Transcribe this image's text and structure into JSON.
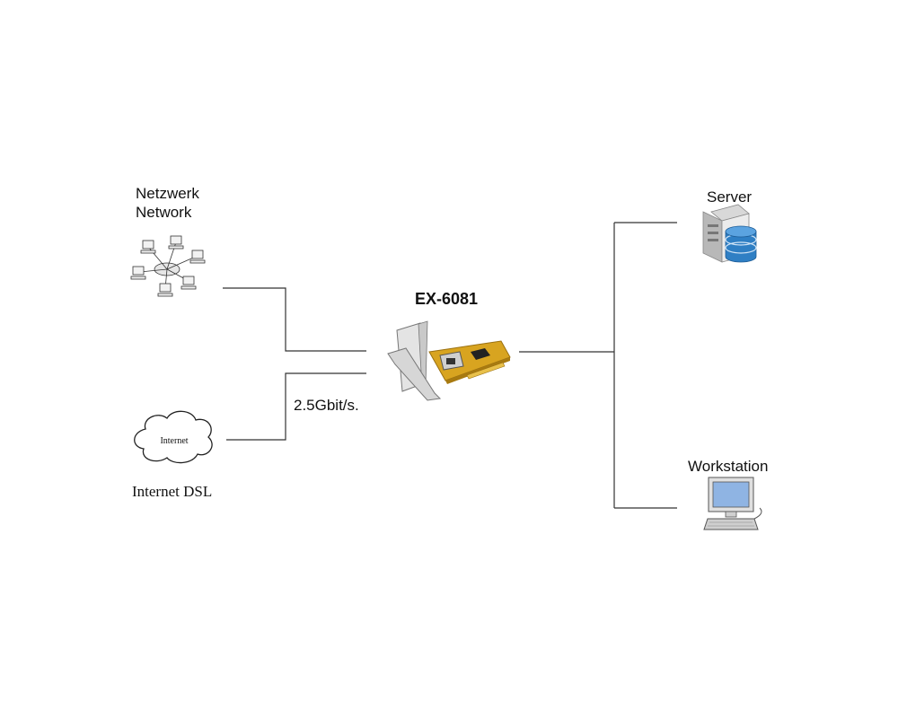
{
  "nodes": {
    "network": {
      "label_de": "Netzwerk",
      "label_en": "Network",
      "icon": "network-topology-icon"
    },
    "internet": {
      "cloud_text": "Internet",
      "label": "Internet DSL",
      "icon": "cloud-icon"
    },
    "card": {
      "label": "EX-6081",
      "icon": "pcie-network-card-icon"
    },
    "server": {
      "label": "Server",
      "icon": "server-database-icon"
    },
    "workstation": {
      "label": "Workstation",
      "icon": "workstation-computer-icon"
    }
  },
  "links": {
    "speed_label": "2.5Gbit/s."
  },
  "colors": {
    "line": "#333333",
    "database": "#2f7fc4",
    "screen": "#8fb4e3"
  }
}
